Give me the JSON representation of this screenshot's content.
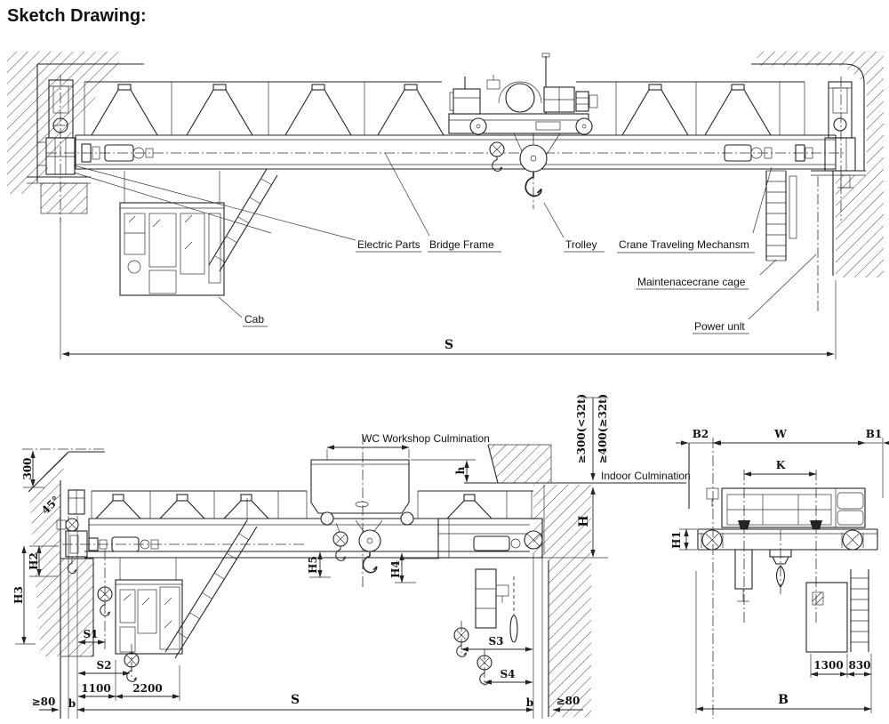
{
  "title": "Sketch Drawing:",
  "front_view": {
    "labels": {
      "electric_parts": "Electric Parts",
      "bridge_frame": "Bridge Frame",
      "trolley": "Trolley",
      "traveling_mechanism": "Crane Traveling Mechansm",
      "maintenance_cage": "Maintenacecrane cage",
      "power_unit": "Power unlt",
      "cab": "Cab"
    },
    "dims": {
      "span": "S"
    }
  },
  "side_view": {
    "labels": {
      "workshop_culmination": "WC Workshop Culmination",
      "indoor_culmination": "Indoor Culmination"
    },
    "dims": {
      "roof_offset": "300",
      "roof_angle": "45°",
      "h2": "H2",
      "h3": "H3",
      "s1": "S1",
      "s2": "S2",
      "cab_offset": "1100",
      "cab_width": "2200",
      "edge_left": "≥80",
      "rail_left": "b",
      "span": "S",
      "h5": "H5",
      "h4": "H4",
      "headroom": "h",
      "hall_height": "H",
      "clearance_lt32": "≥300(<32t)",
      "clearance_ge32": "≥400(≥32t)",
      "s3": "S3",
      "s4": "S4",
      "rail_right": "b",
      "edge_right": "≥80"
    }
  },
  "end_view": {
    "dims": {
      "b2": "B2",
      "w": "W",
      "b1": "B1",
      "k": "K",
      "h1": "H1",
      "d1300": "1300",
      "d830": "830",
      "b": "B"
    }
  }
}
